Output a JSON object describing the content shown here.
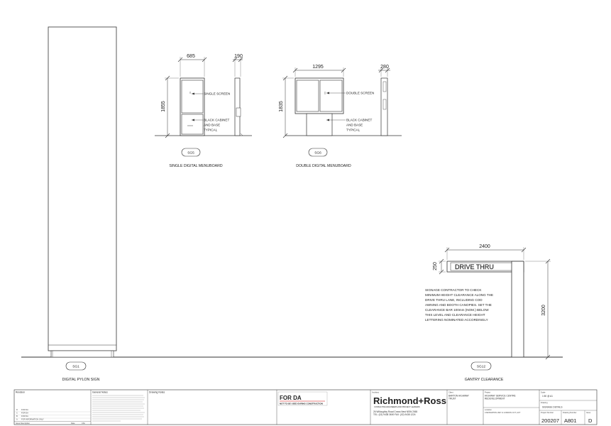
{
  "drawings": {
    "pylon": {
      "tag": "SG1",
      "caption": "DIGITAL PYLON SIGN"
    },
    "single_menuboard": {
      "tag": "SG5",
      "caption": "SINGLE DIGITAL MENUBOARD",
      "dim_width": "685",
      "dim_depth": "190",
      "dim_height": "1855",
      "label_screen": "SINGLE SCREEN",
      "label_cabinet": [
        "BLACK CABINET",
        "AND BASE",
        "TYPICAL"
      ]
    },
    "double_menuboard": {
      "tag": "SG6",
      "caption": "DOUBLE DIGITAL MENUBOARD",
      "dim_width": "1295",
      "dim_depth": "280",
      "dim_height": "1835",
      "label_screen": "DOUBLE SCREEN",
      "label_cabinet": [
        "BLACK CABINET",
        "AND BASE",
        "TYPICAL"
      ]
    },
    "gantry": {
      "tag": "SG12",
      "caption": "GANTRY CLEARANCE",
      "dim_width": "2400",
      "dim_bar": "250",
      "dim_height": "3200",
      "sign_text": "DRIVE THRU",
      "note": [
        "SIGNAGE CONTRACTOR TO CHECK",
        "MINIMUM HEIGHT CLEARANCE ALONG THE",
        "DRIVE THRU LANE, INCLUDING COD",
        "AWNING AND BOOTH CANOPIES. SET THE",
        "CLEARANCE BAR 100mm (NOM.) BELOW",
        "THIS LEVEL AND CLEARANCE HEIGHT",
        "LETTERING NOMINATED ACCORDINGLY"
      ]
    }
  },
  "title_block": {
    "revisions_label": "Revision",
    "revisions": [
      {
        "rev": "D",
        "desc": "FOR DA"
      },
      {
        "rev": "C",
        "desc": "FOR DA"
      },
      {
        "rev": "B",
        "desc": "FOR DA"
      },
      {
        "rev": "A",
        "desc": "FOR INFORMATION ONLY"
      }
    ],
    "issue_description_label": "Issue Description",
    "date_label": "Date",
    "chk_label": "Chk",
    "general_notes_label": "General Notes",
    "drawing_notes_label": "Drawing Notes",
    "status": "FOR DA",
    "status_sub": "NOT TO BE USED DURING CONSTRUCTION",
    "architect_label": "Architect",
    "firm": "Richmond+Ross",
    "firm_tagline": "CONSULTING ENGINEERS AND PROJECT LEADERS",
    "firm_address": "26 Willoughby Road Crows Nest NSW 2065",
    "firm_phone": "TEL: (02) 9438 3600    FAX: (02) 9438 1224",
    "client_label": "Client",
    "client": [
      "BARTON HIGHWAY",
      "TRUST"
    ],
    "project_label": "Project",
    "project": [
      "HIGHWAY SERVICE CENTRE",
      "REDEVELOPMENT"
    ],
    "location_label": "Location",
    "location": "CNR BARTON HWY & LONDON CCT, ACT",
    "scale_label": "Scale",
    "scale": "1:50 @ A1",
    "drawing_label": "Drawing",
    "drawing": "SIGNAGE DETAILS",
    "project_number_label": "Project Number",
    "project_number": "200207",
    "drawing_number_label": "Drawing Number",
    "drawing_number": "A801",
    "issue_label": "Issue",
    "issue": "D"
  }
}
